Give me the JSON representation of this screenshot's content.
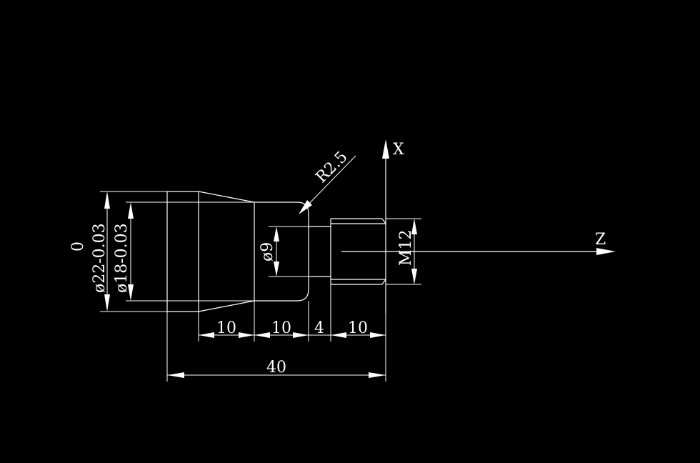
{
  "colors": {
    "background": "#000000",
    "line": "#ffffff"
  },
  "axes": {
    "x_label": "X",
    "z_label": "Z"
  },
  "labels": {
    "radius": "R2.5",
    "bore": "ø9",
    "thread": "M12",
    "origin": "0",
    "dia_large": "ø22-0.03",
    "dia_small": "ø18-0.03"
  },
  "dimensions": {
    "seg1": "10",
    "seg2": "10",
    "seg3": "4",
    "seg4": "10",
    "total": "40"
  }
}
